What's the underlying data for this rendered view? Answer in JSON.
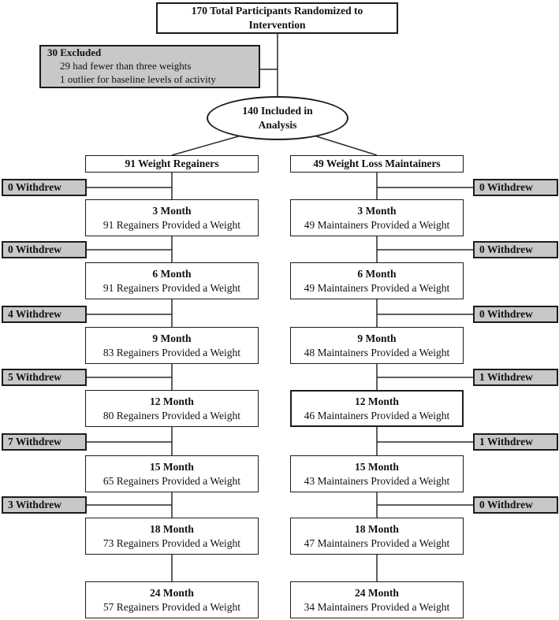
{
  "diagram": {
    "title_box": {
      "line1": "170 Total Participants Randomized to",
      "line2": "Intervention"
    },
    "excluded_box": {
      "title": "30 Excluded",
      "details": [
        "29 had fewer than three weights",
        "1 outlier for baseline levels of activity"
      ]
    },
    "analysis_ellipse": {
      "line1": "140 Included in",
      "line2": "Analysis"
    },
    "columns": [
      {
        "id": "regainers",
        "header": "91 Weight Regainers",
        "side": "left",
        "rows": [
          {
            "withdrew": "0 Withdrew",
            "month": "3 Month",
            "detail": "91 Regainers Provided a Weight",
            "emphasis": false
          },
          {
            "withdrew": "0 Withdrew",
            "month": "6 Month",
            "detail": "91 Regainers Provided a Weight",
            "emphasis": false
          },
          {
            "withdrew": "4 Withdrew",
            "month": "9 Month",
            "detail": "83 Regainers Provided a Weight",
            "emphasis": false
          },
          {
            "withdrew": "5 Withdrew",
            "month": "12 Month",
            "detail": "80 Regainers Provided a Weight",
            "emphasis": false
          },
          {
            "withdrew": "7 Withdrew",
            "month": "15 Month",
            "detail": "65 Regainers Provided a Weight",
            "emphasis": false
          },
          {
            "withdrew": "3 Withdrew",
            "month": "18 Month",
            "detail": "73 Regainers Provided a Weight",
            "emphasis": false
          },
          {
            "withdrew": null,
            "month": "24 Month",
            "detail": "57 Regainers Provided a Weight",
            "emphasis": false
          }
        ]
      },
      {
        "id": "maintainers",
        "header": "49 Weight Loss Maintainers",
        "side": "right",
        "rows": [
          {
            "withdrew": "0 Withdrew",
            "month": "3 Month",
            "detail": "49 Maintainers Provided a Weight",
            "emphasis": false
          },
          {
            "withdrew": "0 Withdrew",
            "month": "6 Month",
            "detail": "49 Maintainers Provided a Weight",
            "emphasis": false
          },
          {
            "withdrew": "0 Withdrew",
            "month": "9 Month",
            "detail": "48 Maintainers Provided a Weight",
            "emphasis": false
          },
          {
            "withdrew": "1 Withdrew",
            "month": "12 Month",
            "detail": "46 Maintainers Provided a Weight",
            "emphasis": true
          },
          {
            "withdrew": "1 Withdrew",
            "month": "15 Month",
            "detail": "43 Maintainers Provided a Weight",
            "emphasis": false
          },
          {
            "withdrew": "0 Withdrew",
            "month": "18 Month",
            "detail": "47 Maintainers Provided a Weight",
            "emphasis": false
          },
          {
            "withdrew": null,
            "month": "24 Month",
            "detail": "34 Maintainers Provided a Weight",
            "emphasis": false
          }
        ]
      }
    ],
    "colors": {
      "background": "#ffffff",
      "box_fill": "#ffffff",
      "gray_fill": "#c8c8c8",
      "border": "#1c1c1c",
      "line": "#2a2a2a"
    }
  }
}
